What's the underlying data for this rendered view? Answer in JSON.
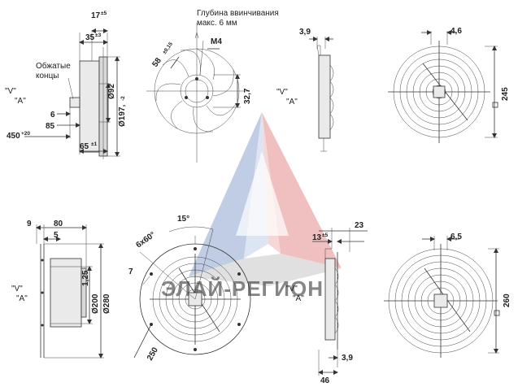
{
  "labels": {
    "depth_note_line1": "Глубина ввинчивания",
    "depth_note_line2": "макс. 6 мм",
    "crimp_line1": "Обжатые",
    "crimp_line2": "концы",
    "thread": "M4",
    "view_v": "\"V\"",
    "view_a": "\"A\""
  },
  "top_views": {
    "d_17": "17",
    "t_17": "±5",
    "d_35": "35",
    "t_35": "±3",
    "d_92": "Ø92",
    "d_197": "Ø197,",
    "t_197": "-2",
    "d_6": "6",
    "d_85": "85",
    "d_450": "450",
    "t_450": "+20",
    "d_65": "65",
    "t_65": "±1",
    "d_58": "58",
    "t_58": "±0,15",
    "d_32": "32,7",
    "d_39a": "3,9",
    "d_46": "4,6",
    "d_245": "245"
  },
  "bottom_views": {
    "d_9": "9",
    "d_80": "80",
    "d_5": "5",
    "d_125": "1,25",
    "d_200": "Ø200",
    "d_280": "Ø280",
    "d_15": "15°",
    "d_660": "6x60°",
    "d_7": "7",
    "d_250": "250",
    "d_23": "23",
    "d_13": "13",
    "t_13": "±5",
    "d_39b": "3,9",
    "d_46b": "46",
    "d_65b": "6,5",
    "d_260": "260"
  },
  "watermark": {
    "text": "ЭЛАЙ-РЕГИОН",
    "color_red": "#d42a2a",
    "color_blue": "#2e56a8"
  }
}
